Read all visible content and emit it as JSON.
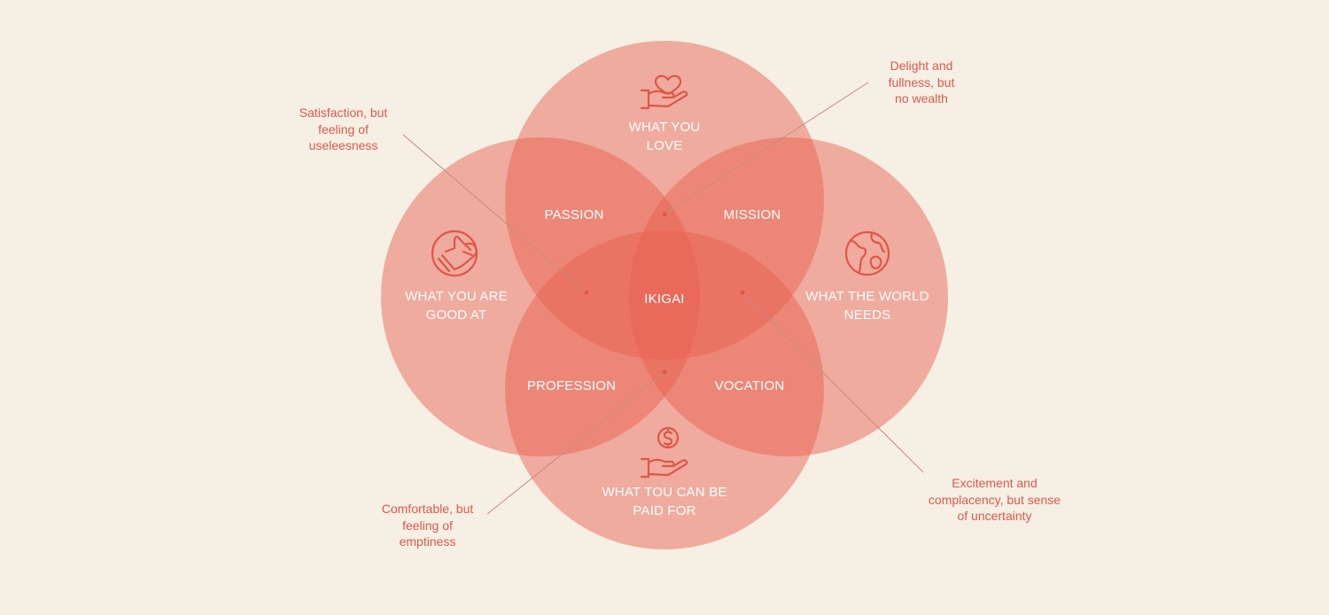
{
  "colors": {
    "background": "#f5efe4",
    "circle_fill": "#e8604f",
    "text_on_circle": "#ffffff",
    "annotation_text": "#dc5a4b"
  },
  "circles": {
    "love": {
      "label": "WHAT YOU\nLOVE",
      "icon": "heart-in-hand-icon"
    },
    "good_at": {
      "label": "WHAT YOU ARE\nGOOD AT",
      "icon": "thumbs-up-icon"
    },
    "world_needs": {
      "label": "WHAT THE WORLD\nNEEDS",
      "icon": "globe-icon"
    },
    "paid_for": {
      "label": "WHAT TOU CAN BE\nPAID FOR",
      "icon": "money-in-hand-icon"
    }
  },
  "intersections": {
    "passion": "PASSION",
    "mission": "MISSION",
    "profession": "PROFESSION",
    "vocation": "VOCATION",
    "center": "IKIGAI"
  },
  "annotations": {
    "top_left": "Satisfaction, but\nfeeling of\nuseleesness",
    "top_right": "Delight and\nfullness, but\nno wealth",
    "bottom_left": "Comfortable, but\nfeeling of\nemptiness",
    "bottom_right": "Excitement and\ncomplacency, but sense\nof uncertainty"
  }
}
